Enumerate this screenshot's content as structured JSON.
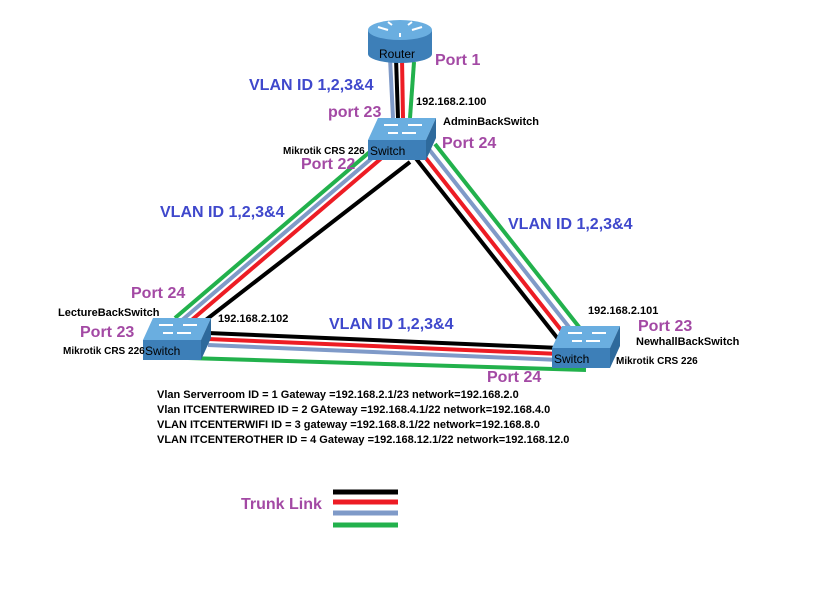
{
  "colors": {
    "link_black": "#000000",
    "link_red": "#ed1c24",
    "link_blue": "#7f9ac8",
    "link_green": "#22b14c",
    "vlan_text": "#3f48cc",
    "port_text": "#a349a4",
    "device_body": "#4a8fc4"
  },
  "devices": {
    "router": {
      "label": "Router",
      "icon": "router-icon"
    },
    "admin": {
      "label": "Switch",
      "hostname": "AdminBackSwitch",
      "ip": "192.168.2.100",
      "model": "Mikrotik CRS 226",
      "icon": "switch-icon"
    },
    "lecture": {
      "label": "Switch",
      "hostname": "LectureBackSwitch",
      "ip": "192.168.2.102",
      "model": "Mikrotik CRS 226",
      "icon": "switch-icon"
    },
    "newhall": {
      "label": "Switch",
      "hostname": "NewhallBackSwitch",
      "ip": "192.168.2.101",
      "model": "Mikrotik CRS 226",
      "icon": "switch-icon"
    }
  },
  "links": {
    "router_admin": {
      "vlan": "VLAN ID 1,2,3&4",
      "port_router": "Port 1",
      "port_admin": "port 23"
    },
    "admin_lecture": {
      "vlan": "VLAN ID 1,2,3&4",
      "port_admin": "Port 22",
      "port_lecture": "Port 24"
    },
    "admin_newhall": {
      "vlan": "VLAN ID 1,2,3&4",
      "port_admin": "Port 24",
      "port_newhall": "Port 23"
    },
    "lecture_newhall": {
      "vlan": "VLAN ID 1,2,3&4",
      "port_lecture": "Port 23",
      "port_newhall": "Port 24"
    }
  },
  "vlans": [
    "Vlan Serverroom  ID = 1  Gateway =192.168.2.1/23  network=192.168.2.0",
    "Vlan ITCENTERWIRED ID = 2 GAteway =192.168.4.1/22 network=192.168.4.0",
    "VLAN ITCENTERWIFI ID = 3 gateway =192.168.8.1/22  network=192.168.8.0",
    "VLAN ITCENTEROTHER  ID = 4 Gateway =192.168.12.1/22 network=192.168.12.0"
  ],
  "legend": {
    "title": "Trunk Link"
  }
}
